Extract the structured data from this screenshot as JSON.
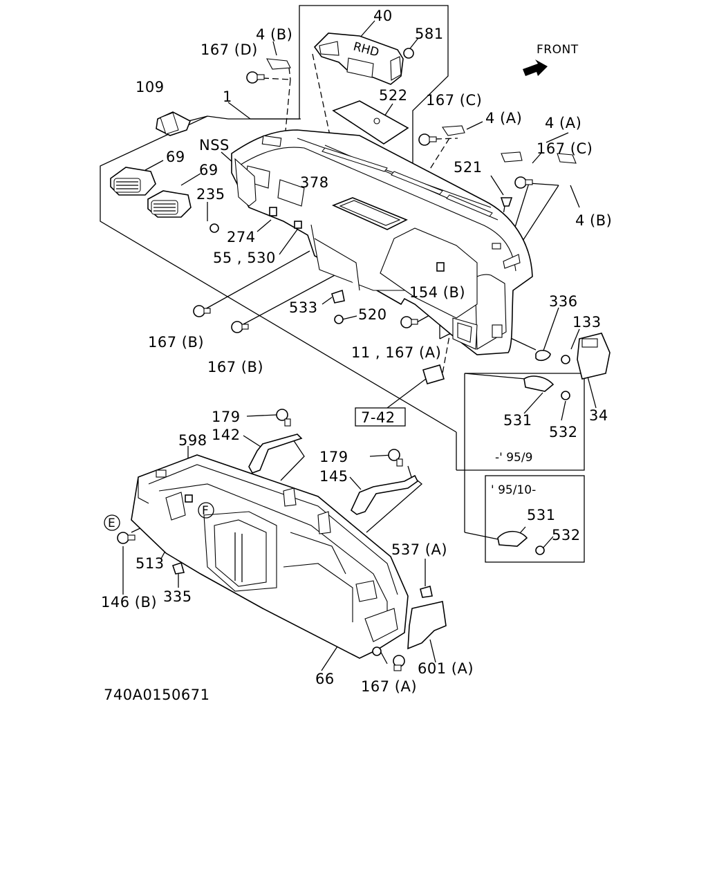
{
  "diagram": {
    "front_label": "FRONT",
    "figure_code": "740A0150671",
    "callouts": {
      "c40": "40",
      "c581": "581",
      "c4b_top": "4 (B)",
      "c167d": "167 (D)",
      "c109": "109",
      "c1": "1",
      "c522": "522",
      "c167c_a": "167 (C)",
      "c4a_a": "4 (A)",
      "c4a_b": "4 (A)",
      "c167c_b": "167 (C)",
      "c521": "521",
      "c4b_right": "4 (B)",
      "nss": "NSS",
      "c69_a": "69",
      "c69_b": "69",
      "c235": "235",
      "c378": "378",
      "c274": "274",
      "c55_530": "55 , 530",
      "c154b": "154 (B)",
      "c533": "533",
      "c520": "520",
      "c167b_a": "167 (B)",
      "c167b_b": "167 (B)",
      "c11_167a": "11 , 167 (A)",
      "c336": "336",
      "c133": "133",
      "c34": "34",
      "c7_42": "7-42",
      "c531_a": "531",
      "c532_a": "532",
      "range_a": "-' 95/9",
      "range_b": "' 95/10-",
      "c531_b": "531",
      "c532_b": "532",
      "c179_a": "179",
      "c142": "142",
      "c598": "598",
      "c179_b": "179",
      "c145": "145",
      "ref_e": "E",
      "ref_f": "F",
      "c513": "513",
      "c537a": "537 (A)",
      "c146b": "146 (B)",
      "c335": "335",
      "c66": "66",
      "c167a_bottom": "167 (A)",
      "c601a": "601 (A)"
    }
  }
}
